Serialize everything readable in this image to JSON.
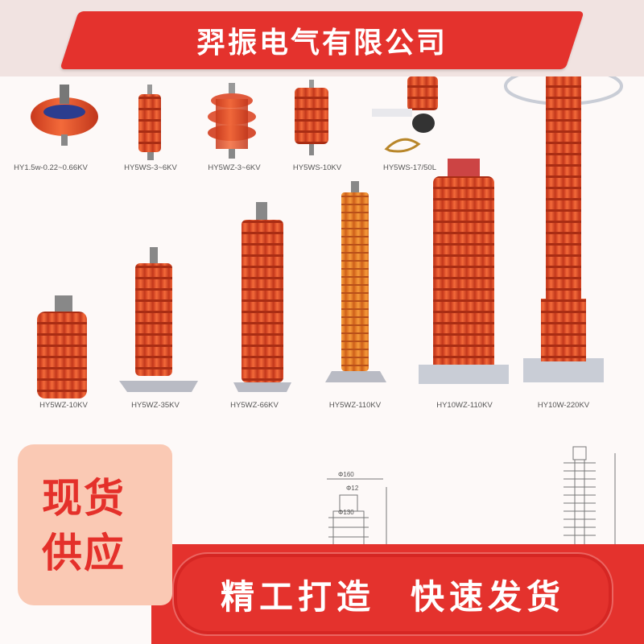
{
  "header": {
    "title": "羿振电气有限公司"
  },
  "badge": {
    "line1": "现货",
    "line2": "供应"
  },
  "footer": {
    "slogan_left": "精工打造",
    "slogan_right": "快速发货"
  },
  "products": {
    "row1": [
      "HY1.5w-0.22~0.66KV",
      "HY5WS-3~6KV",
      "HY5WZ-3~6KV",
      "HY5WS-10KV",
      "HY5WS-17/50L"
    ],
    "row2": [
      "HY5WZ-10KV",
      "HY5WZ-35KV",
      "HY5WZ-66KV",
      "HY5WZ-110KV",
      "HY10WZ-110KV",
      "HY10W-220KV"
    ]
  },
  "drawing_labels": {
    "d1": "Φ160",
    "d2": "Φ12",
    "d3": "Φ130"
  },
  "colors": {
    "brand_red": "#e4322d",
    "arrester_orange": "#ee5b2f",
    "badge_bg": "#fac9b4"
  }
}
